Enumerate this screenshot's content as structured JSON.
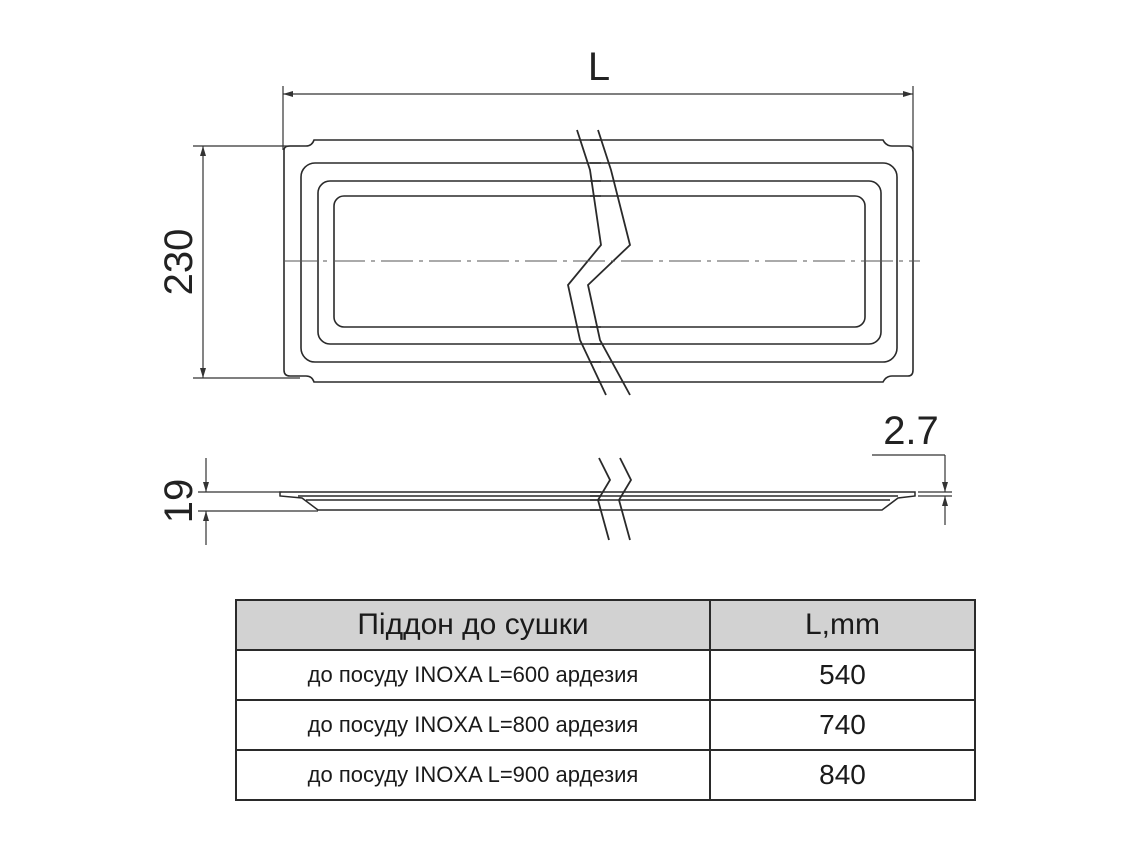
{
  "drawing": {
    "dim_length": "L",
    "dim_width": "230",
    "dim_height": "19",
    "dim_thickness": "2.7"
  },
  "table": {
    "headers": [
      "Піддон до сушки",
      "L,mm"
    ],
    "rows": [
      {
        "name": "до посуду INOXA L=600 ардезия",
        "length": "540"
      },
      {
        "name": "до посуду INOXA L=800 ардезия",
        "length": "740"
      },
      {
        "name": "до посуду INOXA L=900 ардезия",
        "length": "840"
      }
    ]
  }
}
